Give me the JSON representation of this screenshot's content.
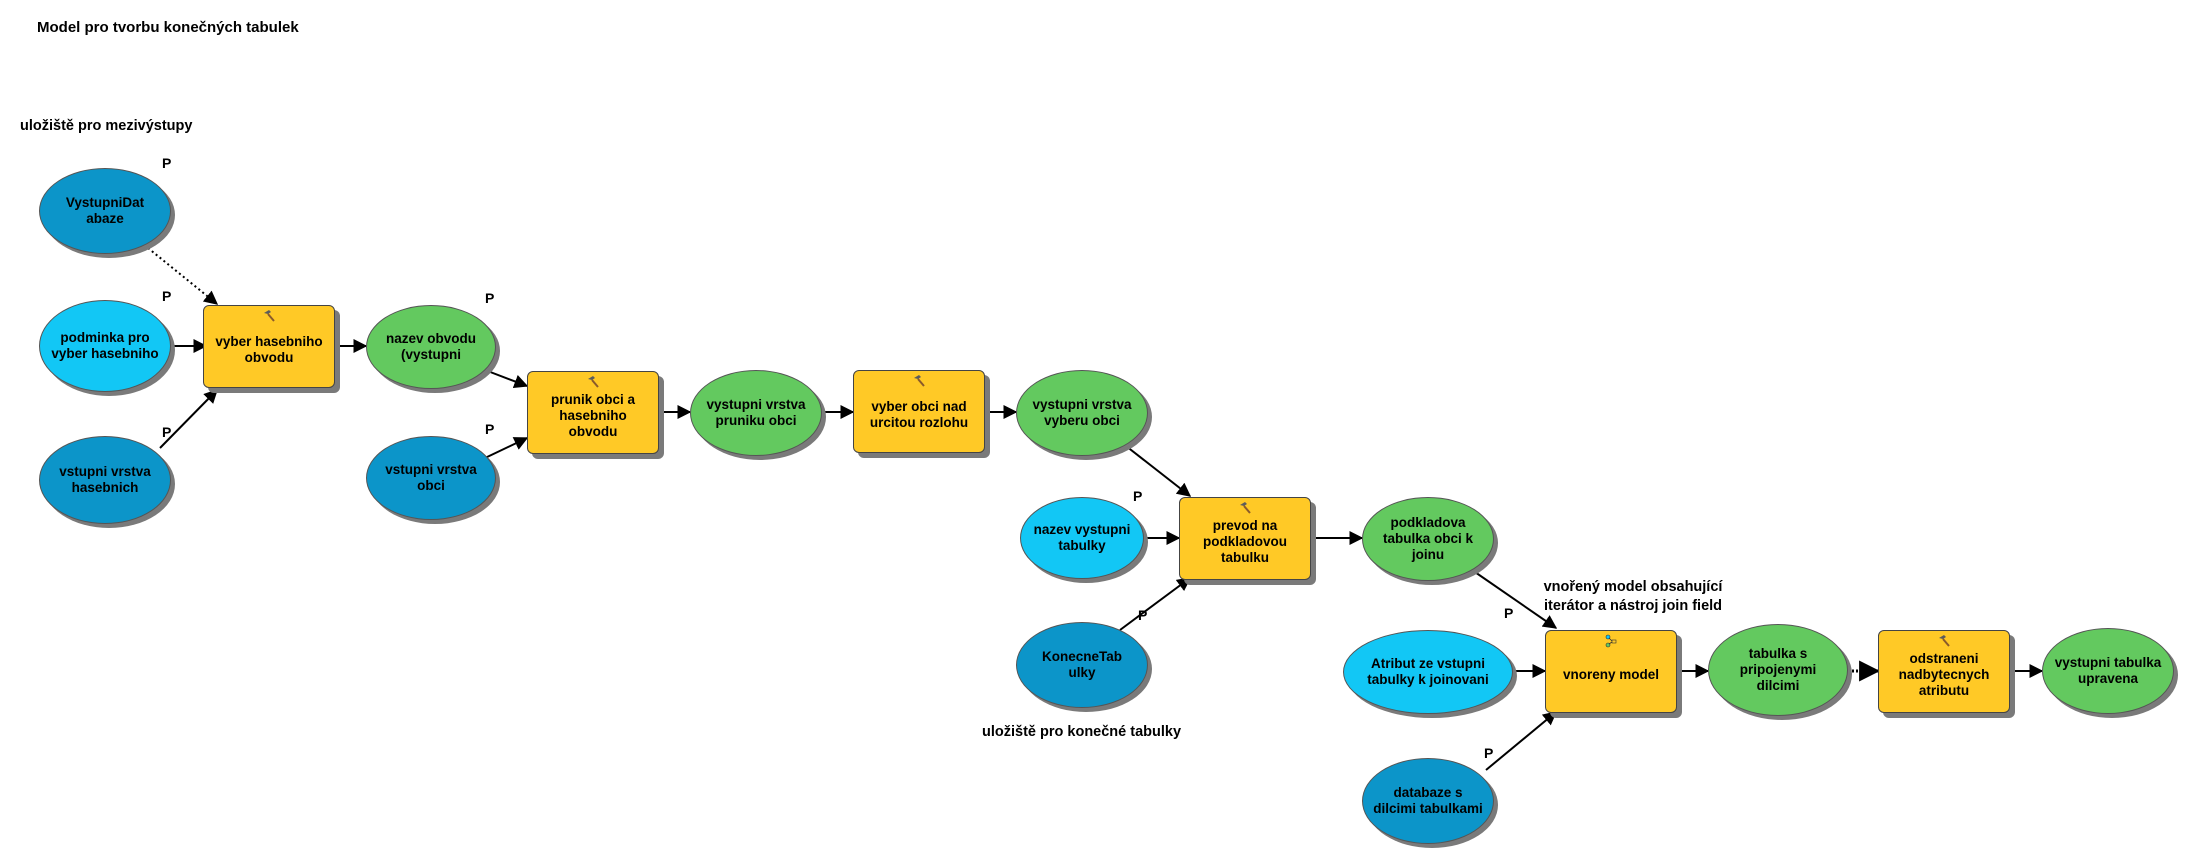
{
  "title": "Model pro tvorbu konečných tabulek",
  "notes": {
    "interim_storage": "uložiště pro mezivýstupy",
    "final_storage": "uložiště pro konečné tabulky",
    "nested_model": "vnořený model obsahující iterátor a nástroj join field"
  },
  "param_marker": "P",
  "nodes": {
    "vystupni_db": "VystupniDat abaze",
    "podminka": "podminka pro vyber hasebniho",
    "vstupni_hasebnich": "vstupni vrstva hasebnich",
    "vyber_hasebniho": "vyber hasebniho obvodu",
    "nazev_obvodu": "nazev obvodu (vystupni",
    "vstupni_obci": "vstupni vrstva obci",
    "prunik": "prunik obci a hasebniho obvodu",
    "vystupni_pruniku": "vystupni vrstva pruniku obci",
    "vyber_obci": "vyber obci nad urcitou rozlohu",
    "vystupni_vyberu": "vystupni vrstva vyberu obci",
    "nazev_tabulky": "nazev vystupni tabulky",
    "konecne_tabulky": "KonecneTab ulky",
    "prevod": "prevod na podkladovou tabulku",
    "podkladova": "podkladova tabulka obci k joinu",
    "atribut": "Atribut ze vstupni tabulky k joinovani",
    "databaze_dilci": "databaze s dilcimi tabulkami",
    "vnoreny": "vnoreny model",
    "tabulka_dilci": "tabulka s pripojenymi dilcimi",
    "odstraneni": "odstraneni nadbytecnych atributu",
    "vystupni_upravena": "vystupni tabulka upravena"
  },
  "colors": {
    "project_data": "#0c95c9",
    "input_variable": "#12c7f5",
    "derived_data": "#63c95f",
    "tool": "#ffc926",
    "shadow": "#7a7a7a"
  },
  "icons": {
    "tool": "hammer-icon",
    "submodel": "model-icon"
  }
}
